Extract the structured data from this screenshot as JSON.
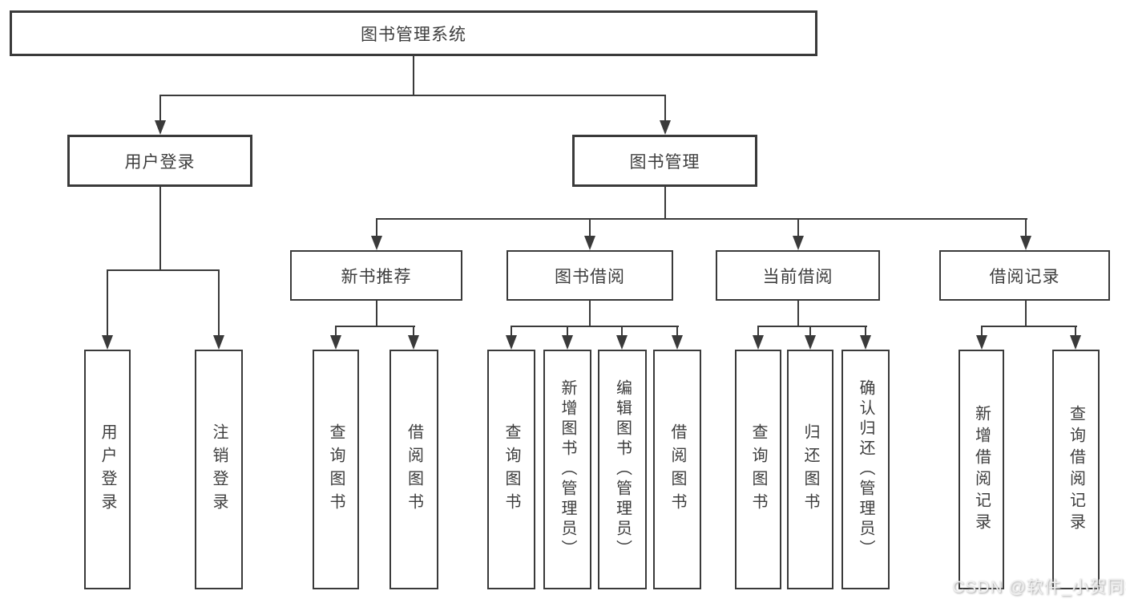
{
  "tree": {
    "root": "图书管理系统",
    "level2": [
      {
        "label": "用户登录",
        "children": [
          "用户登录",
          "注销登录"
        ]
      },
      {
        "label": "图书管理",
        "children": [
          {
            "label": "新书推荐",
            "children": [
              "查询图书",
              "借阅图书"
            ]
          },
          {
            "label": "图书借阅",
            "children": [
              "查询图书",
              "新增图书（管理员）",
              "编辑图书（管理员）",
              "借阅图书"
            ]
          },
          {
            "label": "当前借阅",
            "children": [
              "查询图书",
              "归还图书",
              "确认归还（管理员）"
            ]
          },
          {
            "label": "借阅记录",
            "children": [
              "新增借阅记录",
              "查询借阅记录"
            ]
          }
        ]
      }
    ]
  },
  "watermark": "CSDN @软件_小贺同学",
  "colors": {
    "line": "#3a3a3a",
    "text": "#3d3d3d",
    "background": "#ffffff",
    "watermark_text": "#efefef"
  }
}
